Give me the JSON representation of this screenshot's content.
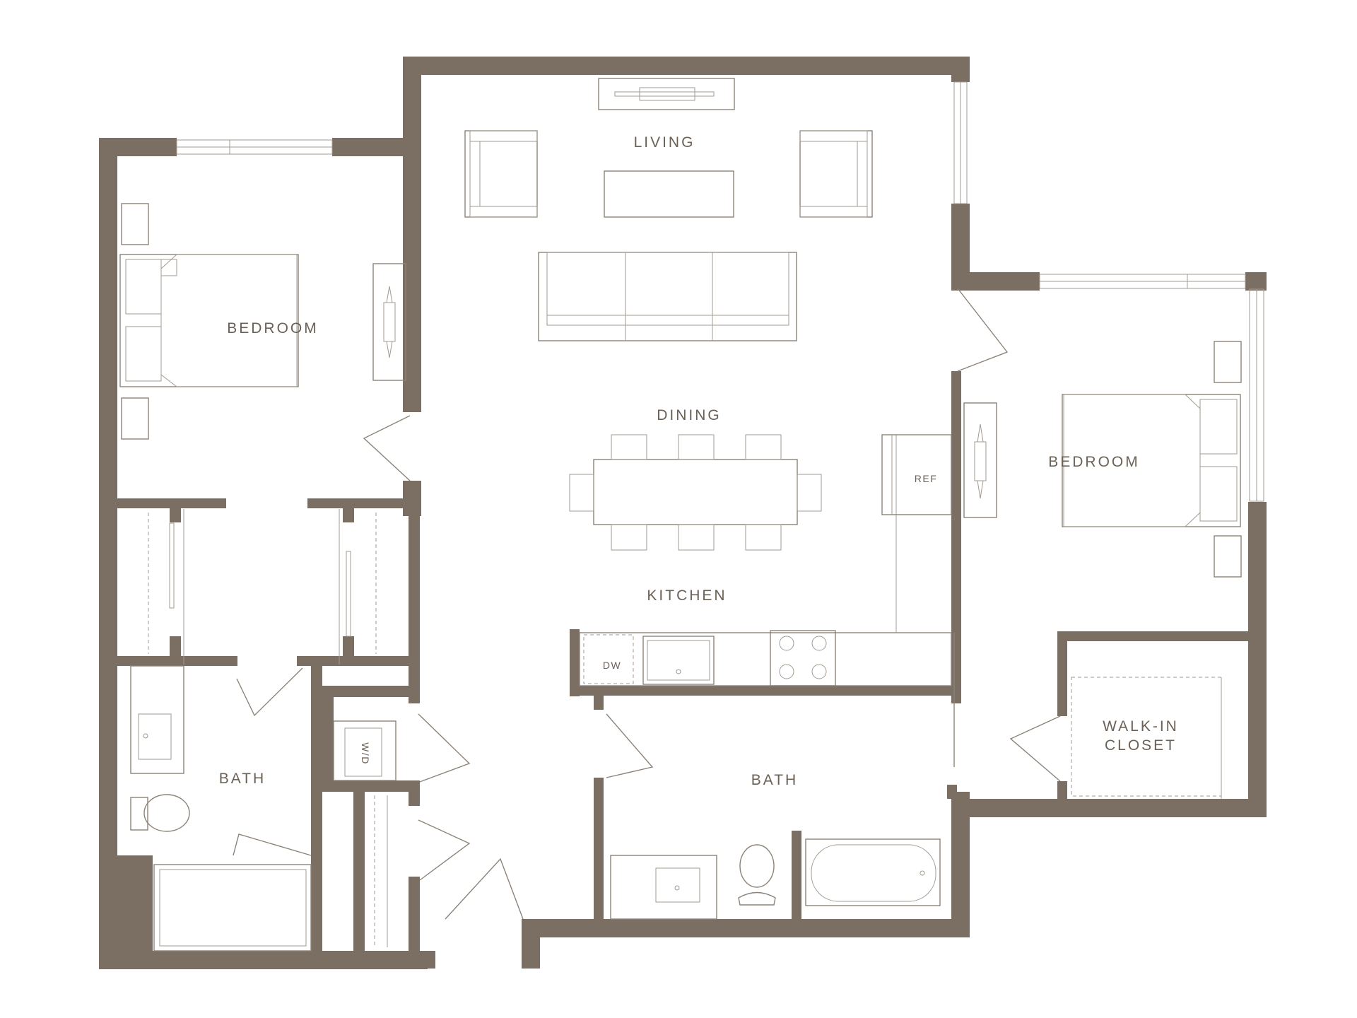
{
  "rooms": {
    "living": "LIVING",
    "bedroom_left": "BEDROOM",
    "dining": "DINING",
    "bedroom_right": "BEDROOM",
    "kitchen": "KITCHEN",
    "walk_in_line1": "WALK-IN",
    "walk_in_line2": "CLOSET",
    "bath_left": "BATH",
    "bath_center": "BATH"
  },
  "appliances": {
    "ref": "REF",
    "dw": "DW",
    "wd": "W/D"
  },
  "colors": {
    "wall": "#7a6f62",
    "fixture_line": "#8c8378",
    "label": "#6b6157"
  }
}
